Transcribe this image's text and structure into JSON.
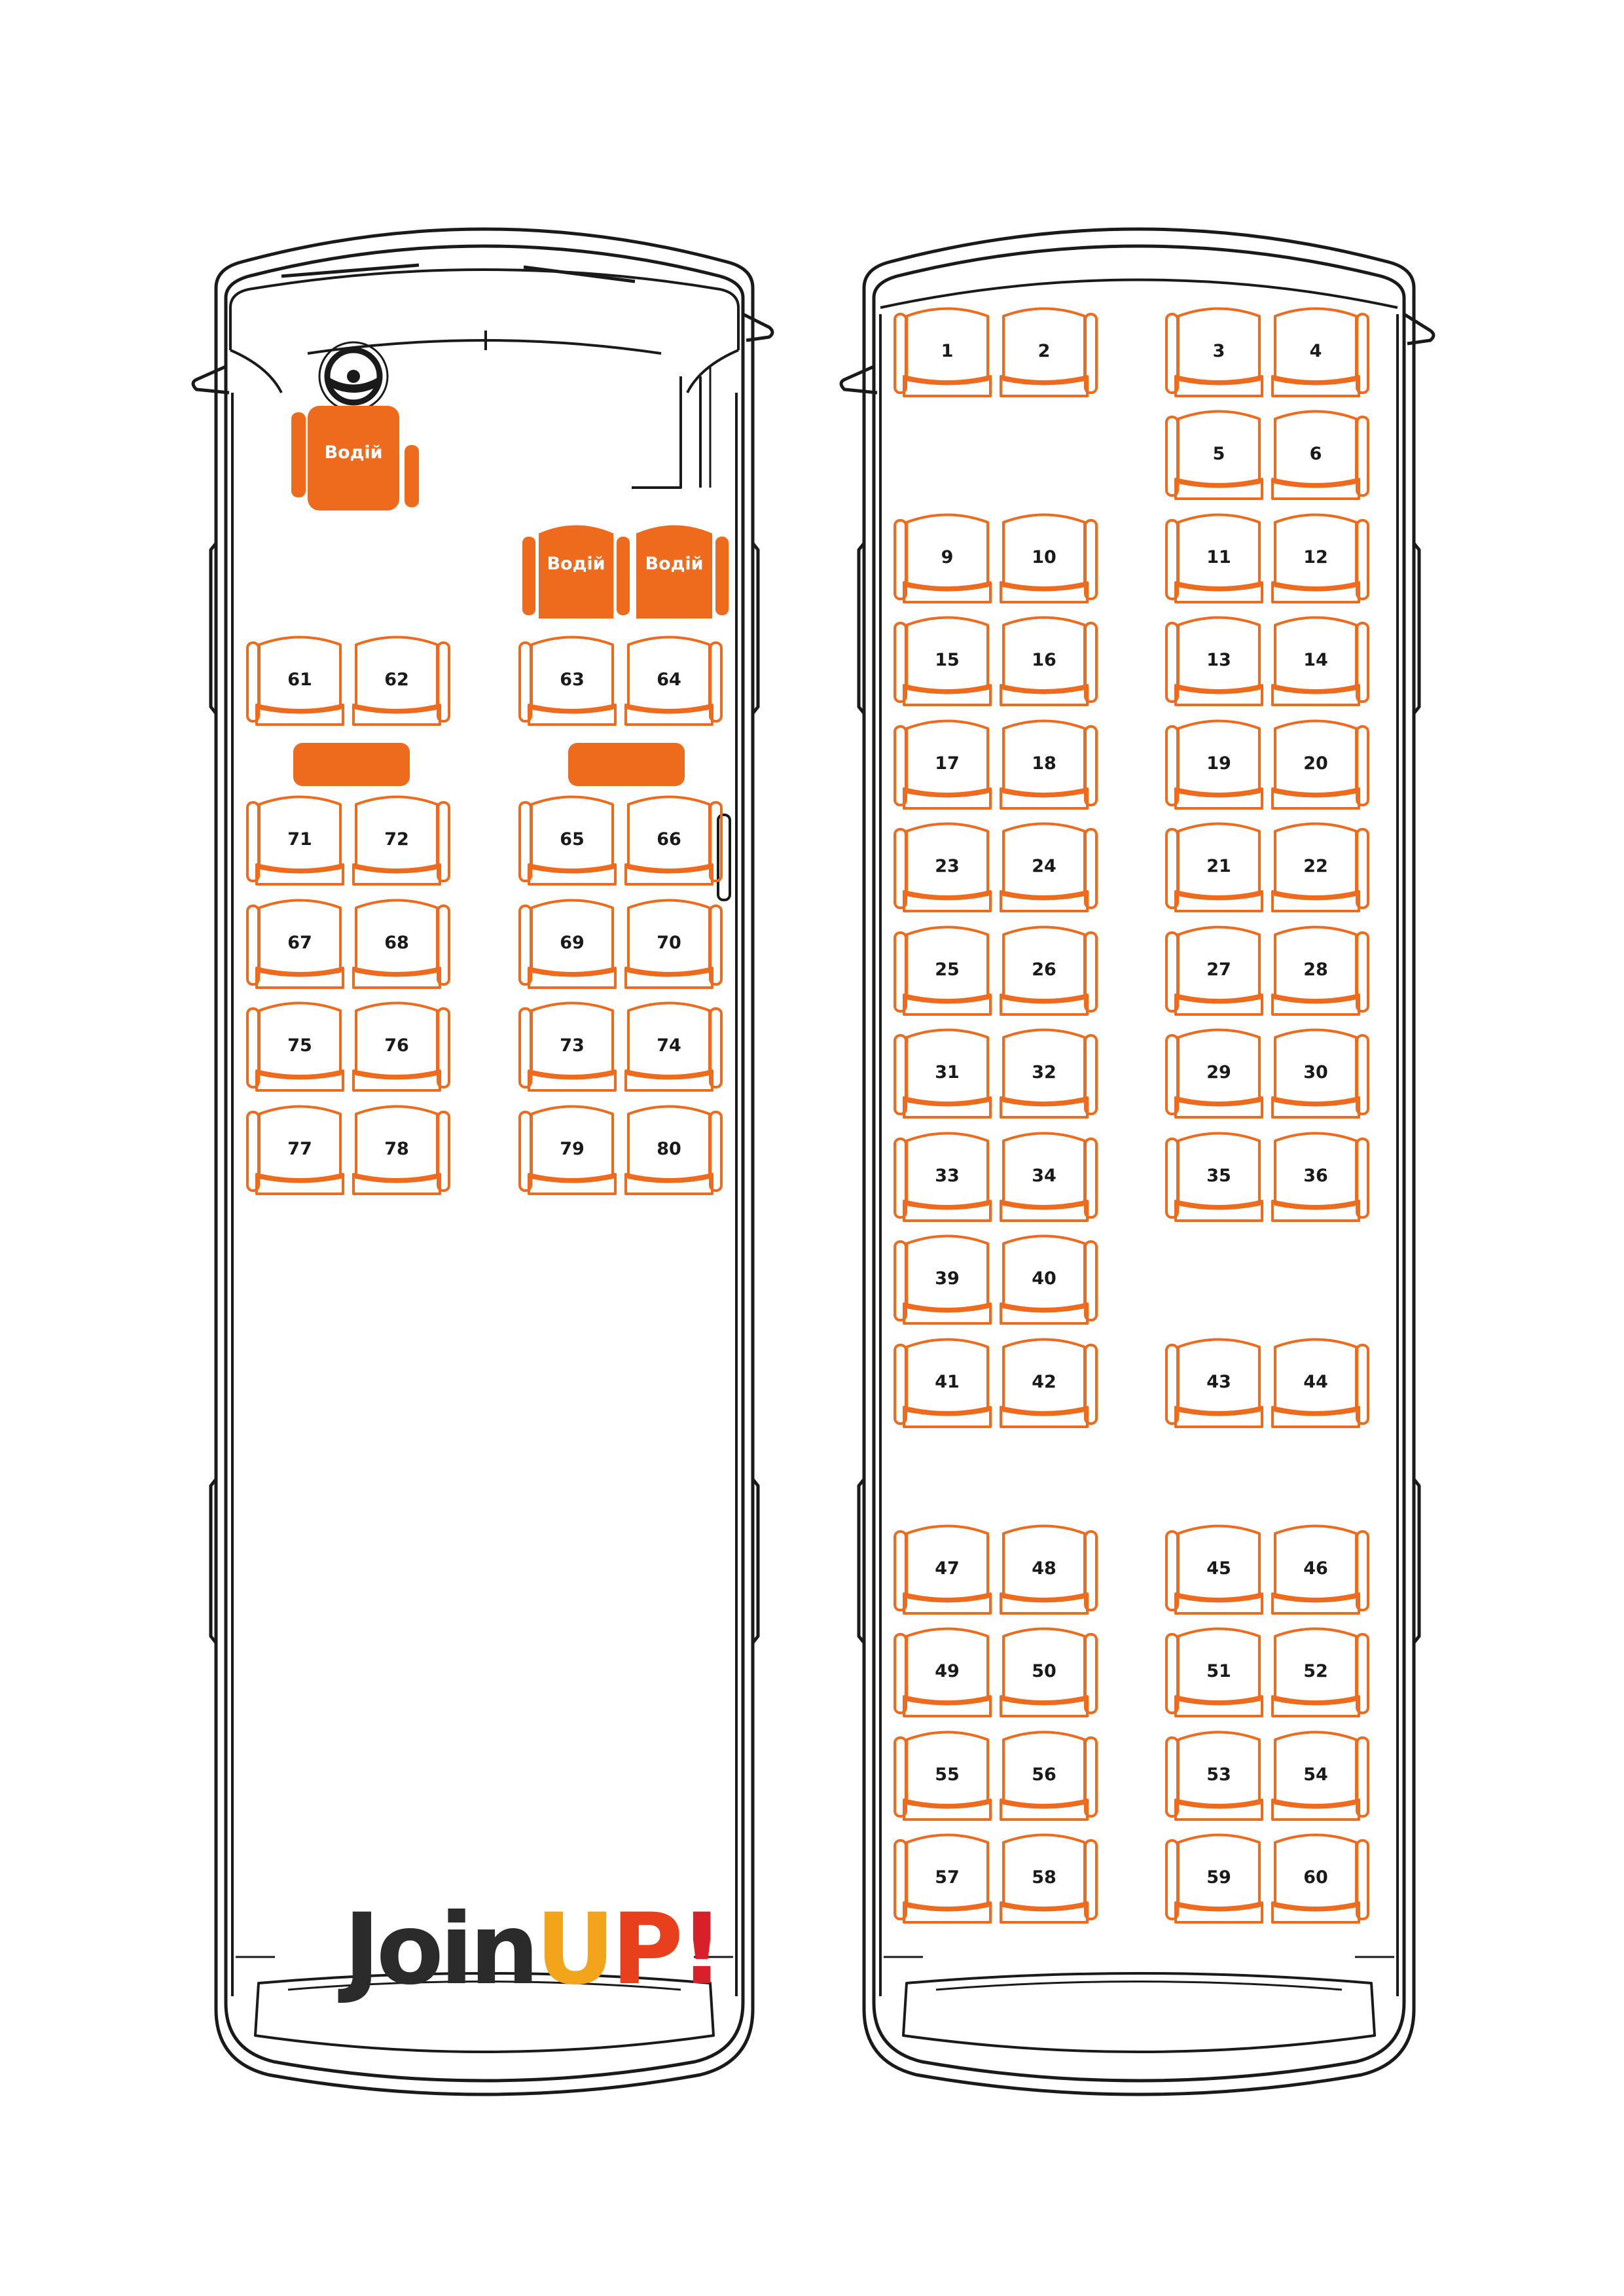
{
  "colors": {
    "accent": "#EE6B1E",
    "outline": "#1a1a1a",
    "logo_dark": "#2b2b2b",
    "logo_up_u": "#F2A51A",
    "logo_up_p": "#E8401C",
    "logo_bang": "#D6202A"
  },
  "driver_label": "Водій",
  "logo": {
    "join": "Join",
    "up_u": "U",
    "up_p": "P",
    "bang": "!"
  },
  "upper_deck": {
    "seats": [
      "61",
      "62",
      "63",
      "64",
      "65",
      "66",
      "67",
      "68",
      "69",
      "70",
      "71",
      "72",
      "73",
      "74",
      "75",
      "76",
      "77",
      "78",
      "79",
      "80"
    ]
  },
  "lower_deck": {
    "seats": [
      "1",
      "2",
      "3",
      "4",
      "5",
      "6",
      "9",
      "10",
      "11",
      "12",
      "13",
      "14",
      "15",
      "16",
      "17",
      "18",
      "19",
      "20",
      "21",
      "22",
      "23",
      "24",
      "25",
      "26",
      "27",
      "28",
      "29",
      "30",
      "31",
      "32",
      "33",
      "34",
      "35",
      "36",
      "39",
      "40",
      "41",
      "42",
      "43",
      "44",
      "45",
      "46",
      "47",
      "48",
      "49",
      "50",
      "51",
      "52",
      "53",
      "54",
      "55",
      "56",
      "57",
      "58",
      "59",
      "60"
    ]
  },
  "icons": [
    "steering-wheel-icon",
    "seat-icon",
    "table-icon"
  ]
}
